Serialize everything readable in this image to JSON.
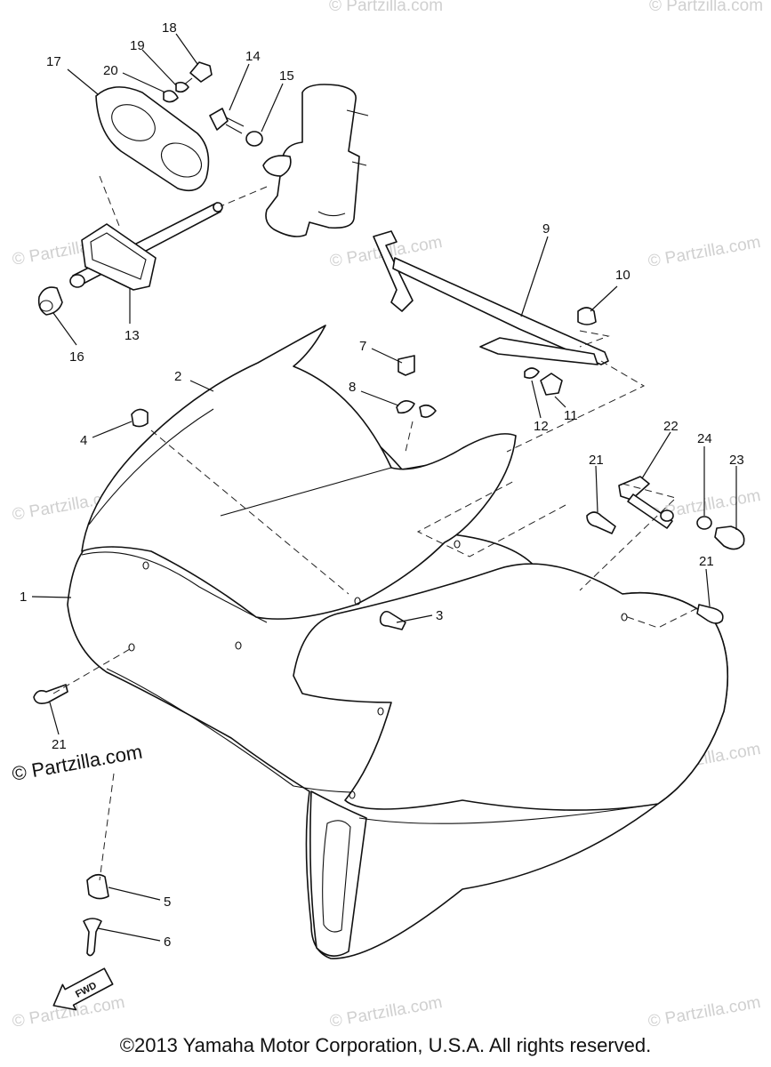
{
  "callouts": [
    "1",
    "2",
    "3",
    "4",
    "5",
    "6",
    "7",
    "8",
    "9",
    "10",
    "11",
    "12",
    "13",
    "14",
    "15",
    "16",
    "17",
    "18",
    "19",
    "20",
    "21",
    "21",
    "21",
    "22",
    "23",
    "24"
  ],
  "watermark": "© Partzilla.com",
  "fwd_label": "FWD",
  "copyright": "©2013  Yamaha Motor Corporation, U.S.A. All rights reserved."
}
